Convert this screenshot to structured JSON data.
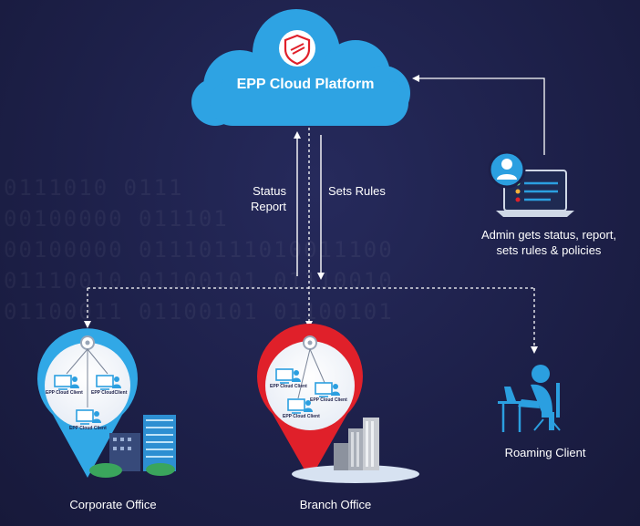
{
  "cloud": {
    "title": "EPP Cloud Platform"
  },
  "arrows": {
    "status_report_line1": "Status",
    "status_report_line2": "Report",
    "sets_rules": "Sets Rules"
  },
  "admin": {
    "line1": "Admin gets status, report,",
    "line2": "sets rules & policies"
  },
  "locations": {
    "corporate": {
      "label": "Corporate Office",
      "clients": [
        "EPP Cloud Client",
        "EPP CloudClient",
        "EPP Cloud Client"
      ]
    },
    "branch": {
      "label": "Branch Office",
      "clients": [
        "EPP Cloud Client",
        "EPP Cloud Client",
        "EPP Cloud Client"
      ]
    },
    "roaming": {
      "label": "Roaming Client"
    }
  },
  "background_binary": [
    "0111010 0111",
    "00100000 011101",
    "00100000 01110111010011100",
    "01110010 01100101 01110010",
    "01100011 01100101 01100101"
  ],
  "colors": {
    "background": "#1d2049",
    "cloud": "#2ea3e3",
    "corporate_pin": "#31a8e6",
    "branch_pin": "#e0202a",
    "accent_blue": "#2b9fe0"
  }
}
